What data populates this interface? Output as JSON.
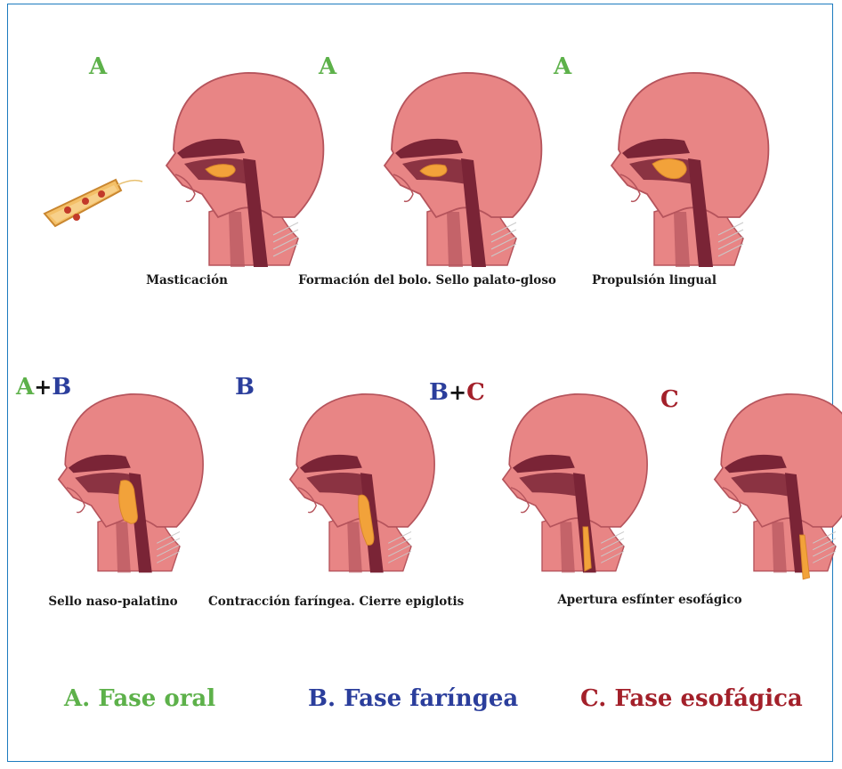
{
  "colors": {
    "oral": "#5db14a",
    "pharyngeal": "#2b3e9c",
    "esophageal": "#a3202a",
    "skin": "#e88585",
    "skin_dark": "#b5545c",
    "cavity": "#7a2436",
    "bolus": "#f2a23a",
    "frame": "#1c7bbf"
  },
  "panels": [
    {
      "tag_parts": [
        {
          "text": "A",
          "phase": "oral"
        }
      ],
      "caption": "Masticación",
      "stage": "chew"
    },
    {
      "tag_parts": [
        {
          "text": "A",
          "phase": "oral"
        }
      ],
      "caption": "Formación del bolo. Sello palato-gloso",
      "stage": "bolus"
    },
    {
      "tag_parts": [
        {
          "text": "A",
          "phase": "oral"
        }
      ],
      "caption": "Propulsión lingual",
      "stage": "propel"
    },
    {
      "tag_parts": [
        {
          "text": "A",
          "phase": "oral"
        },
        {
          "text": "+",
          "phase": "none"
        },
        {
          "text": "B",
          "phase": "pharyngeal"
        }
      ],
      "caption": "Sello naso-palatino",
      "stage": "naso"
    },
    {
      "tag_parts": [
        {
          "text": "B",
          "phase": "pharyngeal"
        }
      ],
      "caption": "Contracción faríngea. Cierre epiglotis",
      "stage": "pharynx"
    },
    {
      "tag_parts": [
        {
          "text": "B",
          "phase": "pharyngeal"
        },
        {
          "text": "+",
          "phase": "none"
        },
        {
          "text": "C",
          "phase": "esophageal"
        }
      ],
      "caption": "Apertura esfínter esofágico",
      "stage": "sphincter"
    },
    {
      "tag_parts": [
        {
          "text": "C",
          "phase": "esophageal"
        }
      ],
      "caption": "",
      "stage": "esophagus"
    }
  ],
  "legend": {
    "oral": "A. Fase oral",
    "pharyngeal": "B. Fase faríngea",
    "esophageal": "C. Fase esofágica"
  },
  "icons": {
    "head": "head-profile-icon",
    "pizza": "pizza-slice-icon"
  }
}
